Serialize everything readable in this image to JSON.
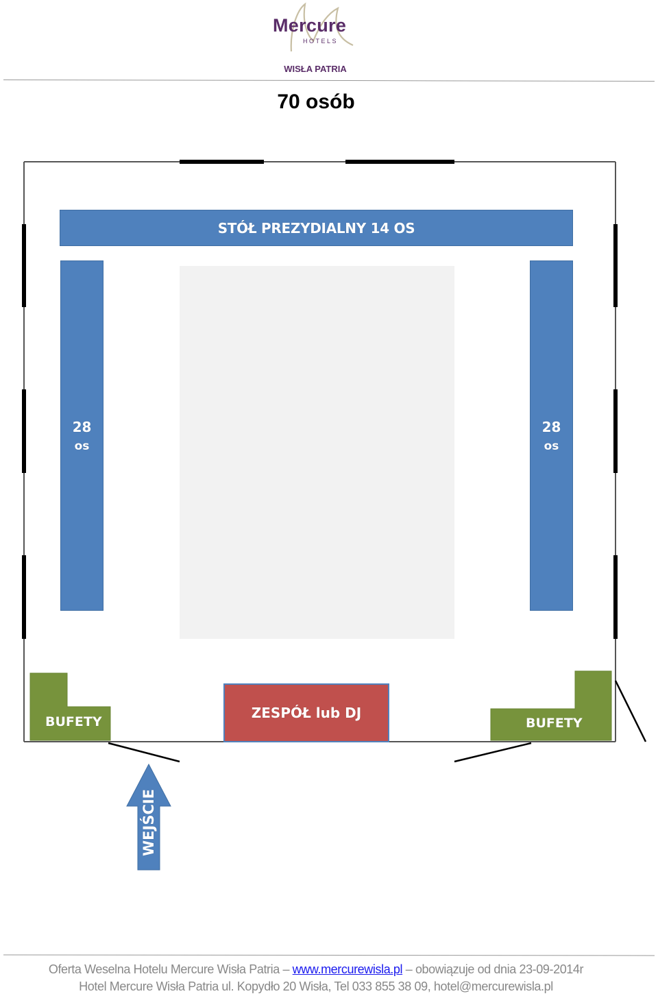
{
  "header": {
    "logo_word": "Mercure",
    "logo_sub": "HOTELS",
    "hotel_name": "WISŁA PATRIA"
  },
  "title": "70 osób",
  "floor_plan": {
    "head_table": "STÓŁ PREZYDIALNY 14 OS",
    "left_table": {
      "count": "28",
      "unit": "os"
    },
    "right_table": {
      "count": "28",
      "unit": "os"
    },
    "band": "ZESPÓŁ lub DJ",
    "buffet_left": "BUFETY",
    "buffet_right": "BUFETY",
    "entrance": "WEJŚCIE"
  },
  "footer": {
    "offer_prefix": "Oferta Weselna Hotelu Mercure Wisła Patria – ",
    "website": "www.mercurewisla.pl",
    "offer_suffix": " – obowiązuje od dnia 23-09-2014r",
    "address": "Hotel Mercure Wisła Patria ul. Kopydło 20 Wisła, Tel  033 855 38 09, hotel@mercurewisla.pl"
  },
  "colors": {
    "brand_purple": "#5a2d68",
    "table_blue": "#4f81bd",
    "band_red": "#c0504d",
    "buffet_green": "#77933c",
    "dance_floor": "#f2f2f2"
  }
}
